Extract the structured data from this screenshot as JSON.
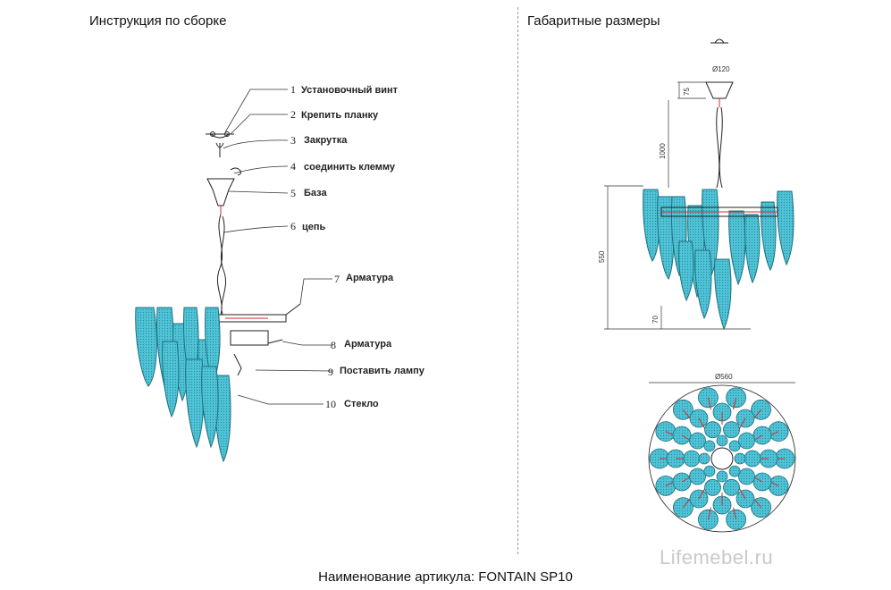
{
  "headings": {
    "left": "Инструкция по сборке",
    "right": "Габаритные размеры"
  },
  "callouts": [
    {
      "num": "1",
      "label": "Установочный винт"
    },
    {
      "num": "2",
      "label": "Крепить планку"
    },
    {
      "num": "3",
      "label": "Закрутка"
    },
    {
      "num": "4",
      "label": "соединить клемму"
    },
    {
      "num": "5",
      "label": "База"
    },
    {
      "num": "6",
      "label": "цепь"
    },
    {
      "num": "7",
      "label": "Арматура"
    },
    {
      "num": "8",
      "label": "Арматура"
    },
    {
      "num": "9",
      "label": "Поставить лампу"
    },
    {
      "num": "10",
      "label": "Стекло"
    }
  ],
  "dimensions": {
    "canopy": "Ø120",
    "canopy_height": "75",
    "chain": "1000",
    "height": "550",
    "bottom": "70",
    "diameter": "Ø560"
  },
  "article": "Наименование артикула: FONTAIN SP10",
  "watermark": "Lifemebel.ru",
  "colors": {
    "glass": "#4fc3d6",
    "glass_edge": "#1f6f7e",
    "accent_red": "#d62b2b"
  }
}
